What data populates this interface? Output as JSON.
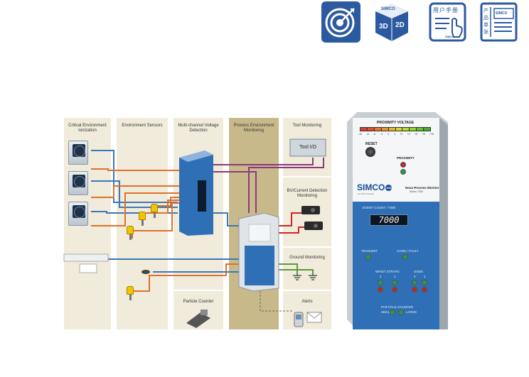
{
  "toolbar": {
    "icons": [
      {
        "name": "target-icon",
        "label": ""
      },
      {
        "name": "3d-2d-view-icon",
        "label_3d": "3D",
        "label_2d": "2D",
        "brand": "SIMCO"
      },
      {
        "name": "user-manual-icon",
        "label": "用户手册",
        "brand": "SIMCO"
      },
      {
        "name": "product-sheet-icon",
        "label": "产品单张",
        "brand": "SIMCO"
      }
    ]
  },
  "diagram": {
    "columns": [
      {
        "title": "Critical Environment Ionization"
      },
      {
        "title": "Environment Sensors"
      },
      {
        "title": "Multi-channel Voltage Detection"
      },
      {
        "title": "Process Environment Monitoring"
      },
      {
        "title": "Tool Monitoring"
      }
    ],
    "panels": {
      "tool_io": "Tool I/O",
      "bv_current": "BV/Current Detection Monitoring",
      "ground": "Ground Monitoring",
      "particle_counter": "Particle Counter",
      "alerts": "Alerts"
    },
    "colors": {
      "blue": "#3a78b8",
      "orange": "#e0702a",
      "purple": "#8a3a7a",
      "red": "#d2232a",
      "green": "#5a9a3a"
    }
  },
  "monitor": {
    "proximity_voltage": "PROXIMITY VOLTAGE",
    "scale": [
      "-10",
      "-8",
      "-6",
      "-4",
      "-2",
      "0",
      "+2",
      "+4",
      "+6",
      "+8",
      "+10"
    ],
    "reset": "RESET",
    "proximity": "PROXIMITY",
    "brand": "SIMCO",
    "brand_badge": "ION",
    "brand_sub": "An ITW company",
    "product": "Nova Process Monitor",
    "series": "Series 7000",
    "event_label": "EVENT COUNT / TIME",
    "display_value": "7000",
    "transmit": "TRANSMIT",
    "conn_fault": "CONN / FAULT",
    "wrist_straps": "WRIST STRAPS",
    "gnds": "GNDS",
    "ch2": "2",
    "ch1": "1",
    "particle_counter": "PARTICLE COUNTER",
    "small": "SMALL",
    "large": "LARGE"
  }
}
